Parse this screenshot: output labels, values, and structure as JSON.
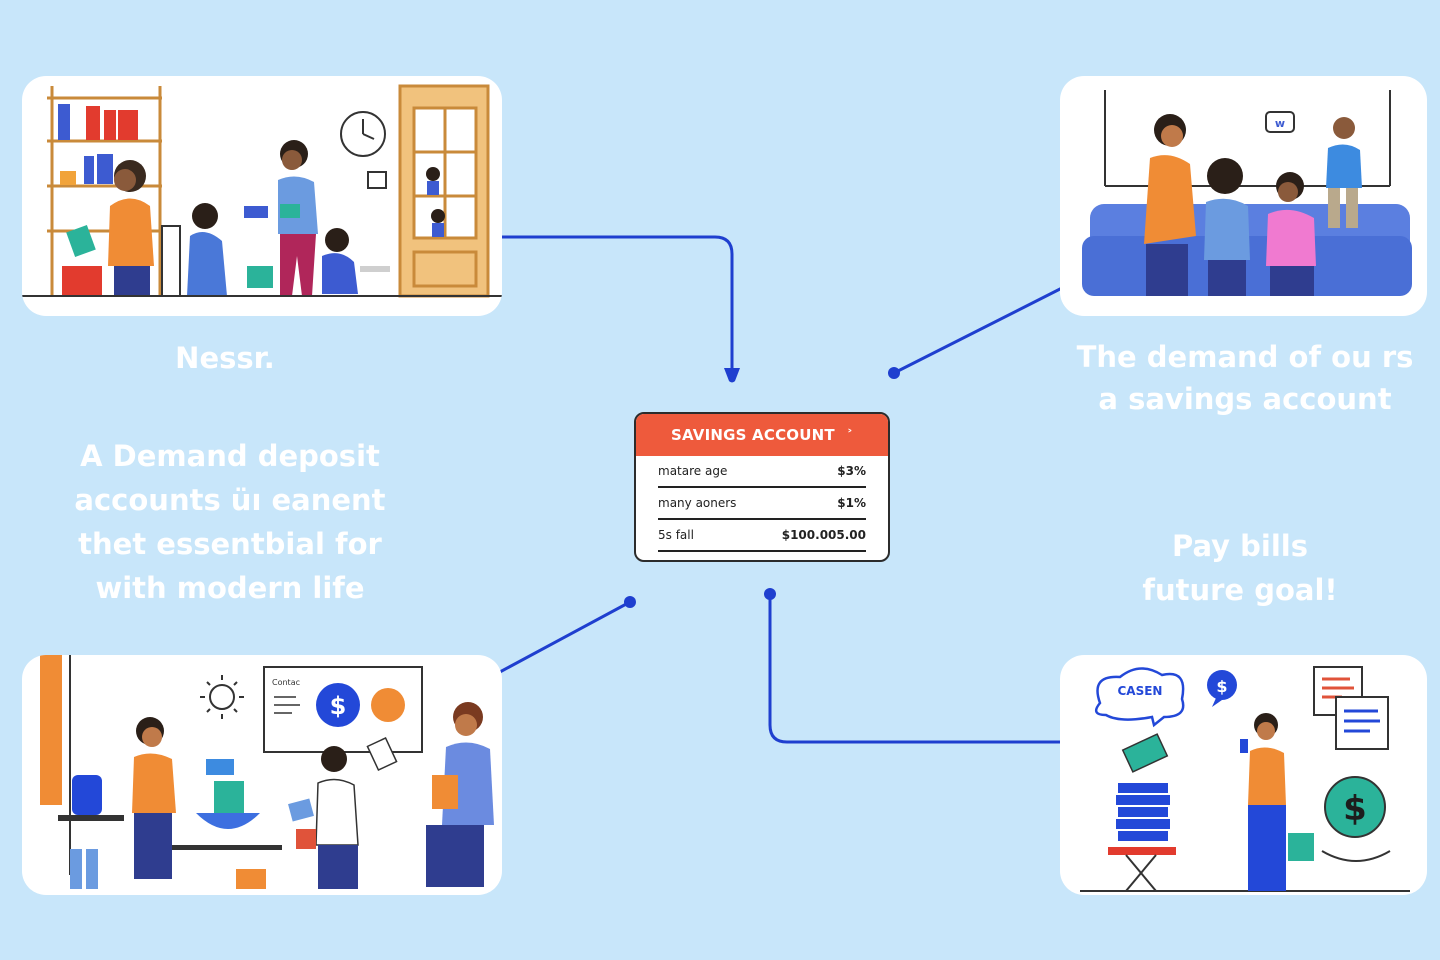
{
  "colors": {
    "background": "#c8e6fa",
    "connector": "#1f3fcf",
    "card_header": "#ee5a3c",
    "label_text": "#ffffff"
  },
  "labels": {
    "top_left": "Nessr.",
    "mid_left": [
      "A Demand deposit",
      "accounts üı eanent",
      "thet essentbial for",
      "with modern life"
    ],
    "top_right": [
      "The demand of ou rs",
      "a savings account"
    ],
    "mid_right": [
      "Pay bills",
      "future goal!"
    ]
  },
  "card": {
    "title": "SAVINGS ACCOUNT",
    "chevron": "˃",
    "rows": [
      {
        "label": "matare age",
        "value": "$3%"
      },
      {
        "label": "many aoners",
        "value": "$1%"
      },
      {
        "label": "5s fall",
        "value": "$100.005.00"
      }
    ]
  },
  "illustrations": {
    "bottom_left_screen_title": "Contac",
    "bottom_left_coin_symbol": "$",
    "bottom_right_cloud_text": "CASEN",
    "bottom_right_bubble_symbol": "$",
    "bottom_right_coin_symbol": "$",
    "top_right_bubble_text": "w"
  }
}
